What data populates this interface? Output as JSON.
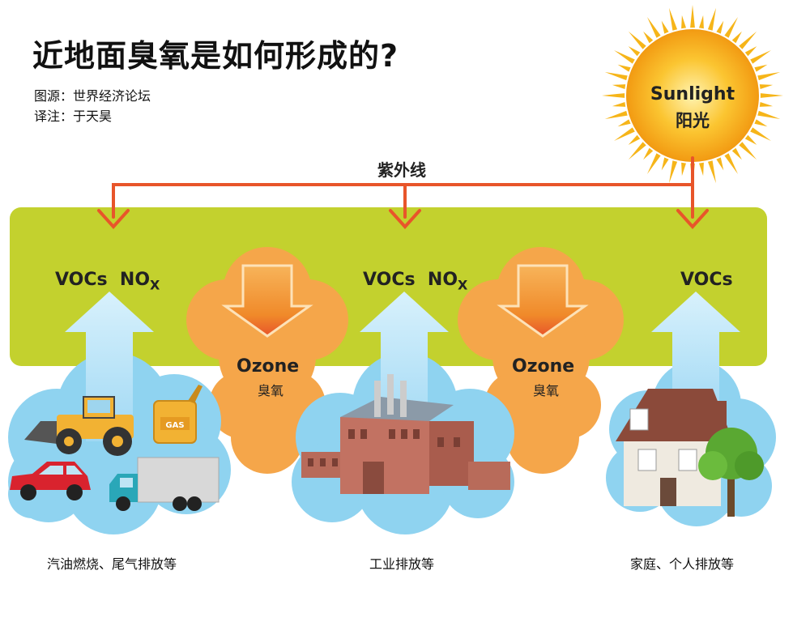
{
  "title": "近地面臭氧是如何形成的?",
  "source_line": "图源：世界经济论坛",
  "translator_line": "译注：于天昊",
  "sun": {
    "label_en": "Sunlight",
    "label_zh": "阳光"
  },
  "uv_label": "紫外线",
  "chemicals": {
    "left": {
      "vocs": "VOCs",
      "no": "NO",
      "x": "X"
    },
    "middle": {
      "vocs": "VOCs",
      "no": "NO",
      "x": "X"
    },
    "right": {
      "vocs": "VOCs"
    }
  },
  "ozone": [
    {
      "en": "Ozone",
      "zh": "臭氧"
    },
    {
      "en": "Ozone",
      "zh": "臭氧"
    }
  ],
  "vehicles": {
    "gas_can_text": "GAS"
  },
  "captions": {
    "left": "汽油燃烧、尾气排放等",
    "middle": "工业排放等",
    "right": "家庭、个人排放等"
  },
  "colors": {
    "green_band": "#c3d12e",
    "cloud_blue": "#8fd3f0",
    "arrow_blue": "#a8dcf5",
    "ozone_orange": "#f5a64a",
    "uv_arrow": "#e8552a",
    "sun": "#f6b519"
  }
}
